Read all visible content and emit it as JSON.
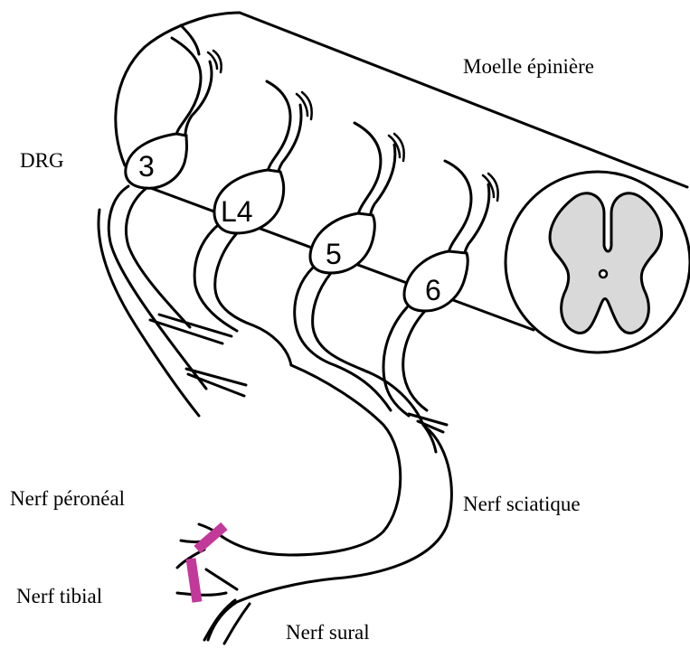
{
  "labels": {
    "spinal_cord": "Moelle épinière",
    "drg": "DRG",
    "peroneal_nerve": "Nerf péronéal",
    "tibial_nerve": "Nerf tibial",
    "sciatic_nerve": "Nerf sciatique",
    "sural_nerve": "Nerf sural"
  },
  "segments": [
    "3",
    "L4",
    "5",
    "6"
  ],
  "colors": {
    "cut_marks": "#c2399a",
    "gray_matter": "#d9d9d9"
  }
}
